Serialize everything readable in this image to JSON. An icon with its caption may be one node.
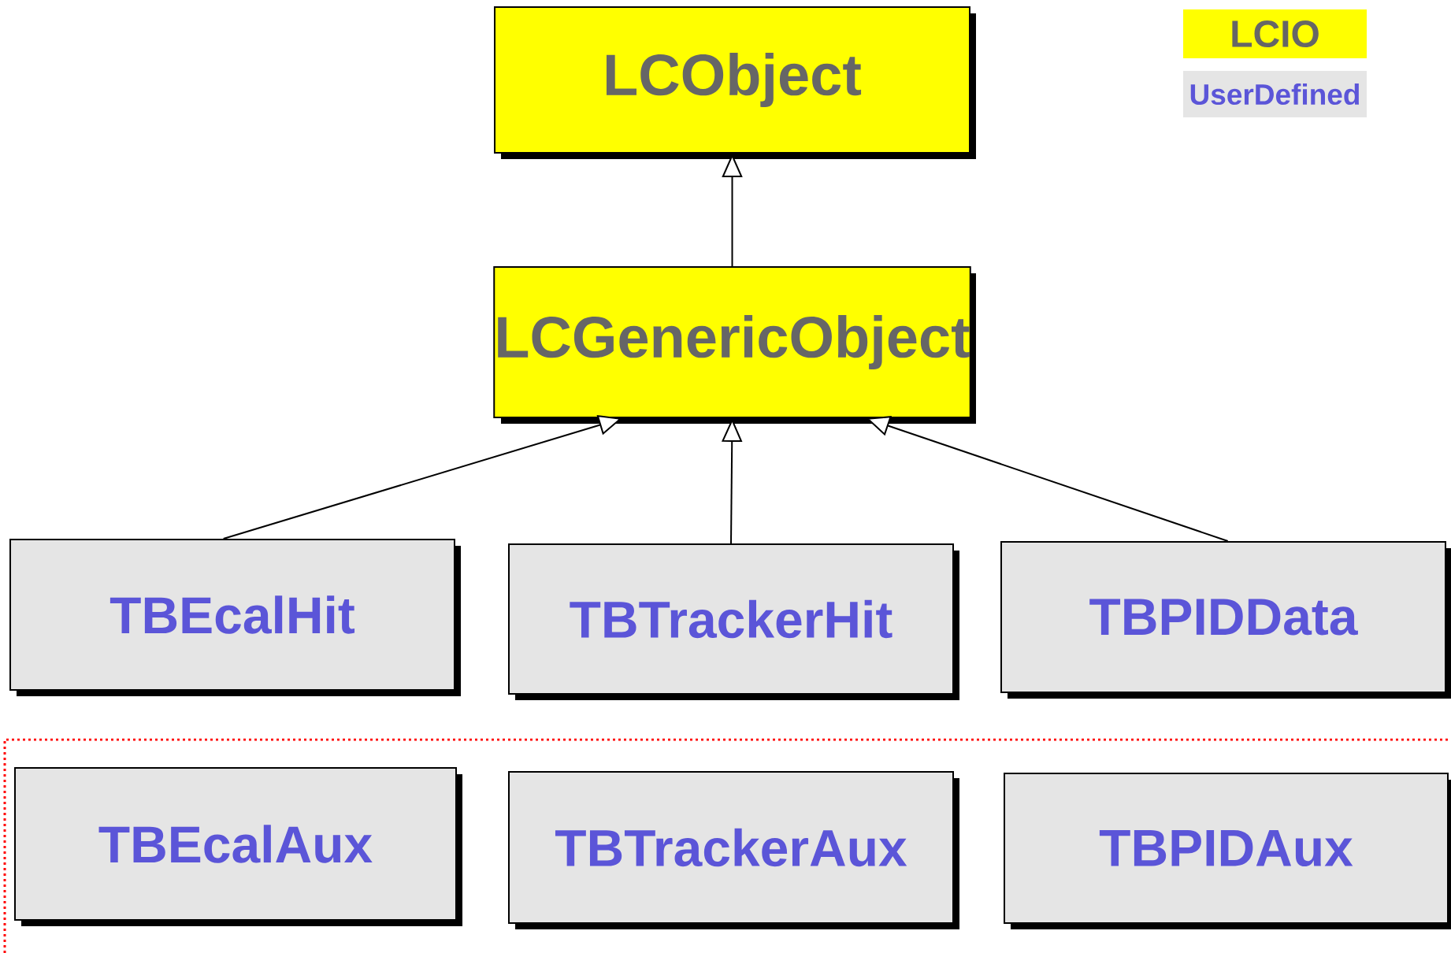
{
  "diagram": {
    "nodes": [
      {
        "text": [
          "LCObject"
        ]
      },
      {
        "text": [
          "LCGenericObject"
        ]
      },
      {
        "text": [
          "TBEcalHit"
        ]
      },
      {
        "text": [
          "TBTrackerHit"
        ]
      },
      {
        "text": [
          "TBPIDData"
        ]
      },
      {
        "text": [
          "TBEcalAux"
        ]
      },
      {
        "text": [
          "TBTrackerAux"
        ]
      },
      {
        "text": [
          "TBPIDAux"
        ]
      }
    ],
    "edges": [
      {
        "from": 1,
        "to": 0,
        "arrow": "to"
      },
      {
        "from": 2,
        "to": 1,
        "arrow": "to"
      },
      {
        "from": 3,
        "to": 1,
        "arrow": "to"
      },
      {
        "from": 4,
        "to": 1,
        "arrow": "to"
      }
    ],
    "legend": [
      {
        "text": "LCIO",
        "color": "#ffff00"
      },
      {
        "text": "UserDefined",
        "color": "#e5e5e5"
      }
    ]
  }
}
